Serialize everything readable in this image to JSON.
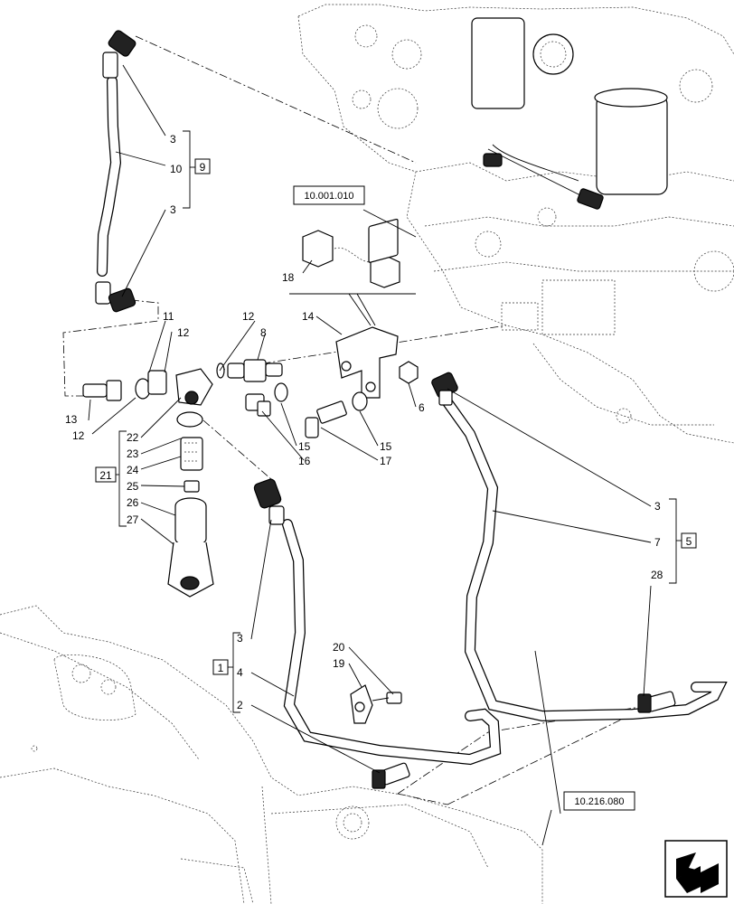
{
  "reference_boxes": {
    "engine_ref": "10.001.010",
    "tank_ref": "10.216.080"
  },
  "group_labels": {
    "g9": "9",
    "g21": "21",
    "g5": "5",
    "g1": "1"
  },
  "callouts": {
    "c3a": "3",
    "c10": "10",
    "c3b": "3",
    "c11": "11",
    "c12a": "12",
    "c12b": "12",
    "c12c": "12",
    "c8": "8",
    "c13": "13",
    "c14": "14",
    "c18": "18",
    "c22": "22",
    "c23": "23",
    "c24": "24",
    "c25": "25",
    "c26": "26",
    "c27": "27",
    "c15a": "15",
    "c16": "16",
    "c15b": "15",
    "c17": "17",
    "c6": "6",
    "c3c": "3",
    "c7": "7",
    "c28": "28",
    "c3d": "3",
    "c4": "4",
    "c2": "2",
    "c20": "20",
    "c19": "19"
  },
  "icons": {
    "nav": "return-arrow-icon"
  }
}
